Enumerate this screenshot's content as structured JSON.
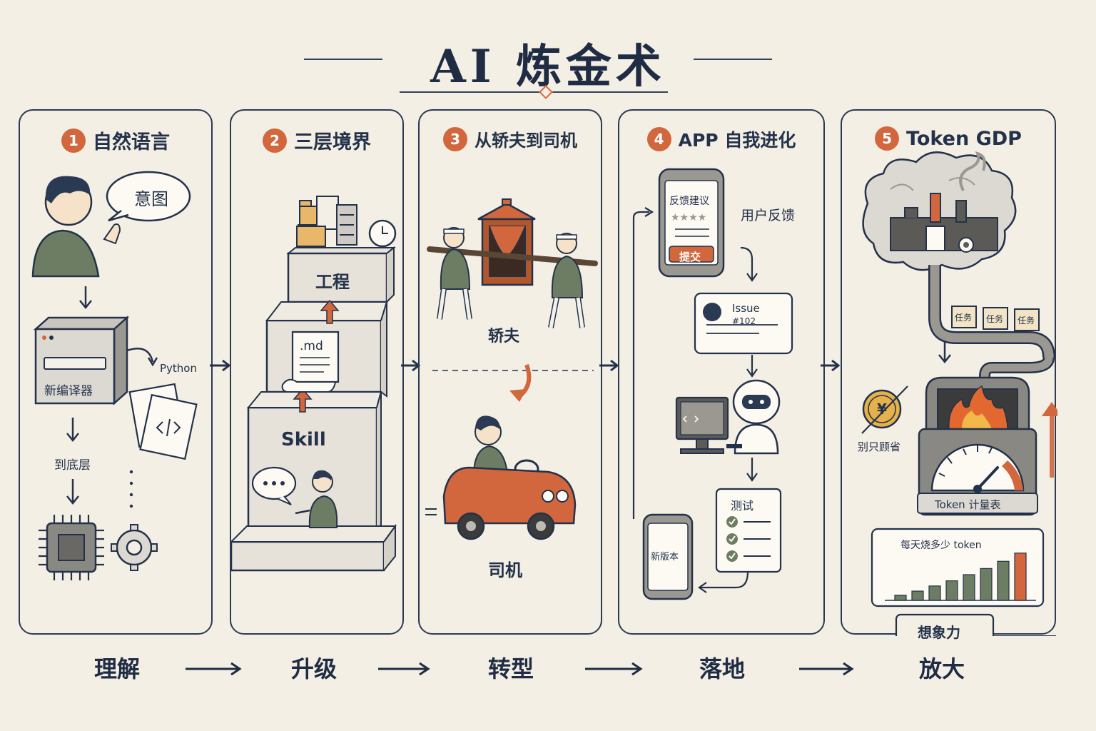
{
  "title": "AI 炼金术",
  "panels": [
    {
      "num": "1",
      "title": "自然语言",
      "intent": "意图",
      "compiler": "新编译器",
      "python": "Python",
      "bottom": "到底层"
    },
    {
      "num": "2",
      "title": "三层境界",
      "engineering": "工程",
      "md": ".md",
      "skill": "Skill"
    },
    {
      "num": "3",
      "title": "从轿夫到司机",
      "porter": "轿夫",
      "driver": "司机"
    },
    {
      "num": "4",
      "title": "APP 自我进化",
      "feedback_card": "反馈建议",
      "submit": "提交",
      "user_feedback": "用户反馈",
      "issue": "Issue",
      "issue_no": "#102",
      "test": "测试",
      "new_version": "新版本"
    },
    {
      "num": "5",
      "title": "Token GDP",
      "task": "任务",
      "save_only": "别只顾省",
      "yen": "¥",
      "meter": "Token 计量表",
      "daily": "每天烧多少 token",
      "imagination": "想象力"
    }
  ],
  "stages": [
    "理解",
    "升级",
    "转型",
    "落地",
    "放大"
  ],
  "colors": {
    "accent": "#d2663d",
    "ink": "#23324a",
    "paper": "#f4efe4",
    "green": "#6d7d64"
  }
}
